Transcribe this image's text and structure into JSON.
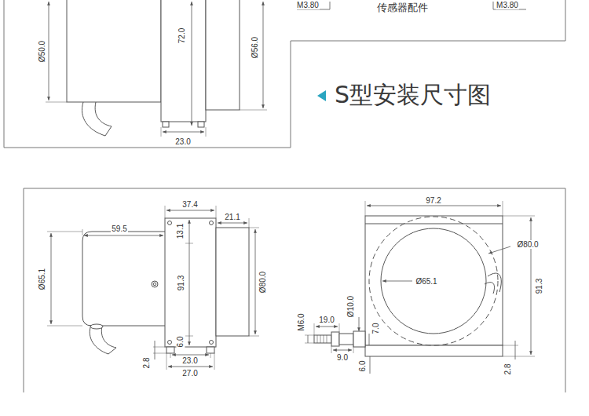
{
  "diagram": {
    "title": "S型安装尺寸图",
    "labels": [
      "M3.80",
      "传感器配件",
      "M3.80",
      "Ø50.0",
      "72.0",
      "Ø56.0",
      "23.0",
      "37.4",
      "21.1",
      "59.5",
      "13.1",
      "Ø65.1",
      "91.3",
      "Ø80.0",
      "6.0",
      "23.0",
      "27.0",
      "2.8",
      "97.2",
      "Ø80.0",
      "Ø65.1",
      "91.3",
      "M6.0",
      "19.0",
      "Ø10.0",
      "7.0",
      "9.0",
      "6.0",
      "2.8"
    ]
  }
}
